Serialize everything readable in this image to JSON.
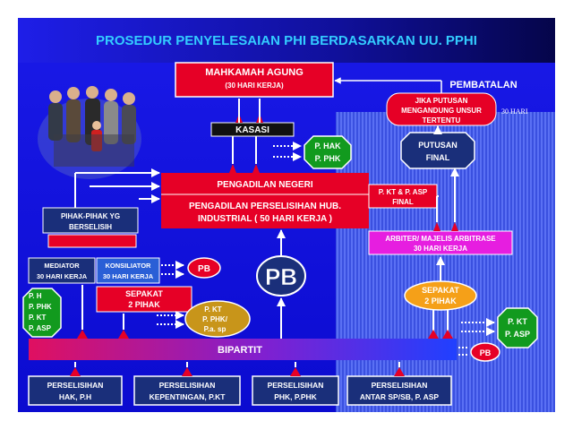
{
  "title": "PROSEDUR PENYELESAIAN PHI BERDASARKAN UU. PPHI",
  "mahkamah": {
    "line1": "MAHKAMAH AGUNG",
    "line2": "(30 HARI KERJA)"
  },
  "pembatalan": "PEMBATALAN",
  "jika_putusan": {
    "line1": "JIKA PUTUSAN",
    "line2": "MENGANDUNG UNSUR",
    "line3": "TERTENTU"
  },
  "hari30_note": "30 HARI",
  "kasasi": "KASASI",
  "phak": {
    "line1": "P. HAK",
    "line2": "P. PHK"
  },
  "putusan_final": {
    "line1": "PUTUSAN",
    "line2": "FINAL"
  },
  "pengadilan_negeri": "PENGADILAN NEGERI",
  "pengadilan_phi": {
    "line1": "PENGADILAN PERSELISIHAN HUB.",
    "line2": "INDUSTRIAL ( 50 HARI KERJA )"
  },
  "pkt_asp_final": {
    "line1": "P. KT & P. ASP",
    "line2": "FINAL"
  },
  "pihak": {
    "line1": "PIHAK-PIHAK YG",
    "line2": "BERSELISIH"
  },
  "arbiter": {
    "line1": "ARBITER/ MAJELIS ARBITRASE",
    "line2": "30 HARI KERJA"
  },
  "mediator": {
    "line1": "MEDIATOR",
    "line2": "30 HARI KERJA"
  },
  "konsiliator": {
    "line1": "KONSILIATOR",
    "line2": "30 HARI KERJA"
  },
  "pb_small_1": "PB",
  "pb_big": "PB",
  "pb_small_2": "PB",
  "sepakat_left": {
    "line1": "SEPAKAT",
    "line2": "2 PIHAK"
  },
  "sepakat_right": {
    "line1": "SEPAKAT",
    "line2": "2 PIHAK"
  },
  "green_left": {
    "line1": "P. H",
    "line2": "P. PHK",
    "line3": "P. KT",
    "line4": "P. ASP"
  },
  "pkt_oval": {
    "line1": "P. KT",
    "line2": "P. PHK/",
    "line3": "P.a. sp"
  },
  "green_right": {
    "line1": "P. KT",
    "line2": "P. ASP"
  },
  "bipartit": "BIPARTIT",
  "bottom": [
    {
      "line1": "PERSELISIHAN",
      "line2": "HAK, P.H"
    },
    {
      "line1": "PERSELISIHAN",
      "line2": "KEPENTINGAN, P.KT"
    },
    {
      "line1": "PERSELISIHAN",
      "line2": "PHK, P.PHK"
    },
    {
      "line1": "PERSELISIHAN",
      "line2": "ANTAR SP/SB, P. ASP"
    }
  ],
  "colors": {
    "background_blue": "#1414e6",
    "title_cyan": "#33ccff",
    "red_box": "#e60026",
    "green": "#129a1e",
    "magenta": "#e61ee0",
    "orange": "#f5a018",
    "navy_box": "#1a2f7a"
  }
}
